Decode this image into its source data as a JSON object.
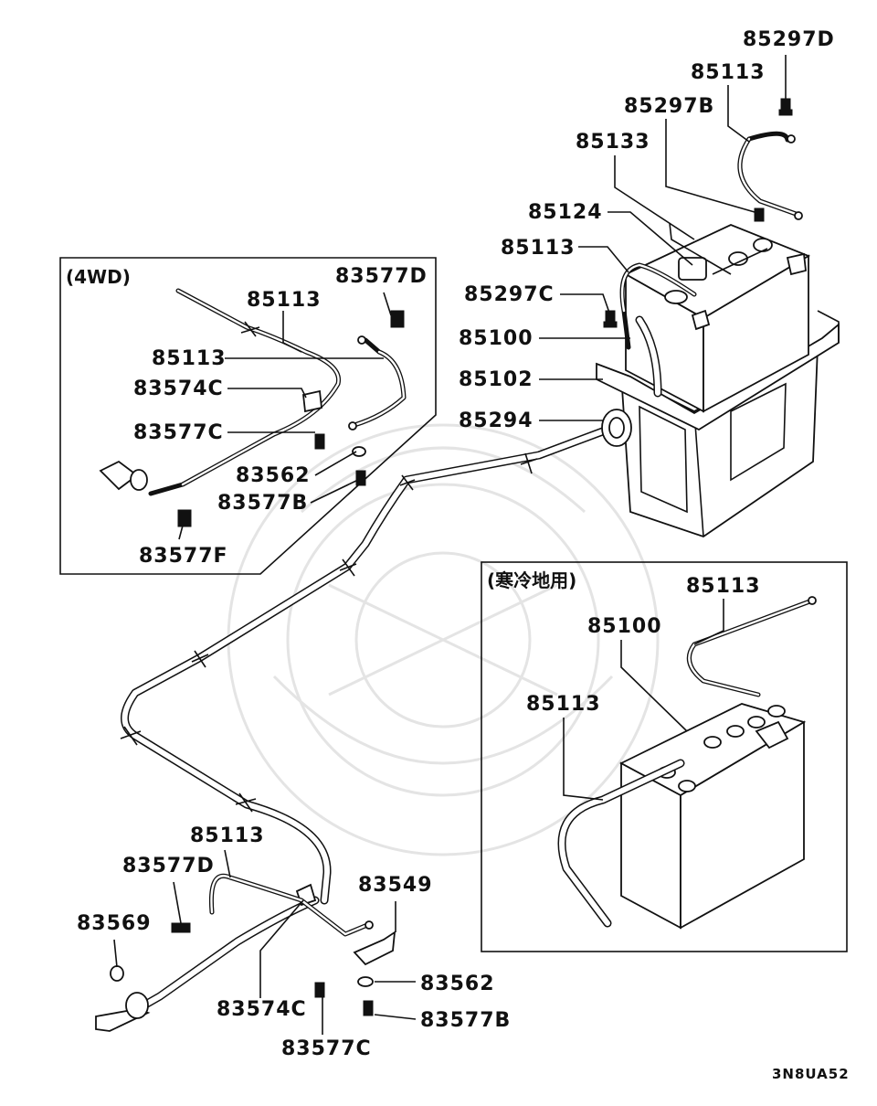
{
  "diagram": {
    "code": "3N8UA52",
    "inset_4wd_title": "(4WD)",
    "inset_cold_title": "(寒冷地用)",
    "labels": {
      "main_85297D": "85297D",
      "main_85113_top": "85113",
      "main_85297B": "85297B",
      "main_85133": "85133",
      "main_85124": "85124",
      "main_85113_mid": "85113",
      "main_85297C": "85297C",
      "main_85100": "85100",
      "main_85102": "85102",
      "main_85294": "85294",
      "inset4wd_85113_a": "85113",
      "inset4wd_83577D": "83577D",
      "inset4wd_85113_b": "85113",
      "inset4wd_83574C": "83574C",
      "inset4wd_83577C": "83577C",
      "inset4wd_83562": "83562",
      "inset4wd_83577B": "83577B",
      "inset4wd_83577F": "83577F",
      "cold_85113_top": "85113",
      "cold_85100": "85100",
      "cold_85113_left": "85113",
      "bottom_85113": "85113",
      "bottom_83577D": "83577D",
      "bottom_83549": "83549",
      "bottom_83569": "83569",
      "bottom_83562": "83562",
      "bottom_83574C": "83574C",
      "bottom_83577B": "83577B",
      "bottom_83577C": "83577C"
    }
  }
}
